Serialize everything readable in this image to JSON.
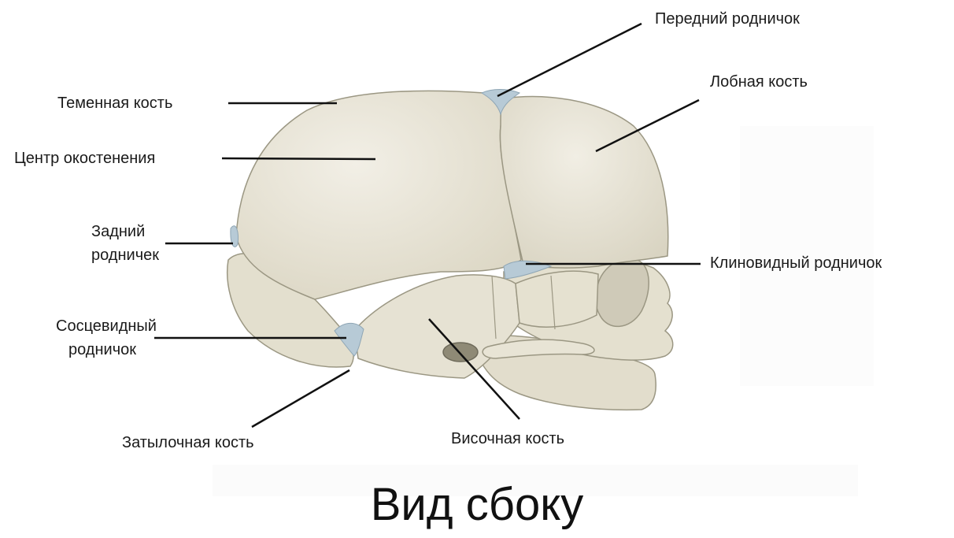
{
  "labels": {
    "anterior_fontanelle": "Передний родничок",
    "frontal_bone": "Лобная кость",
    "parietal_bone": "Теменная кость",
    "ossification_center": "Центр окостенения",
    "posterior_fontanelle_line1": "Задний",
    "posterior_fontanelle_line2": "родничек",
    "sphenoidal_fontanelle": "Клиновидный родничок",
    "mastoid_fontanelle_line1": "Сосцевидный",
    "mastoid_fontanelle_line2": "родничок",
    "occipital_bone": "Затылочная кость",
    "temporal_bone": "Височная кость"
  },
  "title": "Вид сбоку",
  "colors": {
    "bone": "#e6e2d3",
    "bone_shadow": "#cfcab8",
    "suture": "#9b9783",
    "fontanelle": "#b7cad6",
    "leader_line": "#111111"
  }
}
